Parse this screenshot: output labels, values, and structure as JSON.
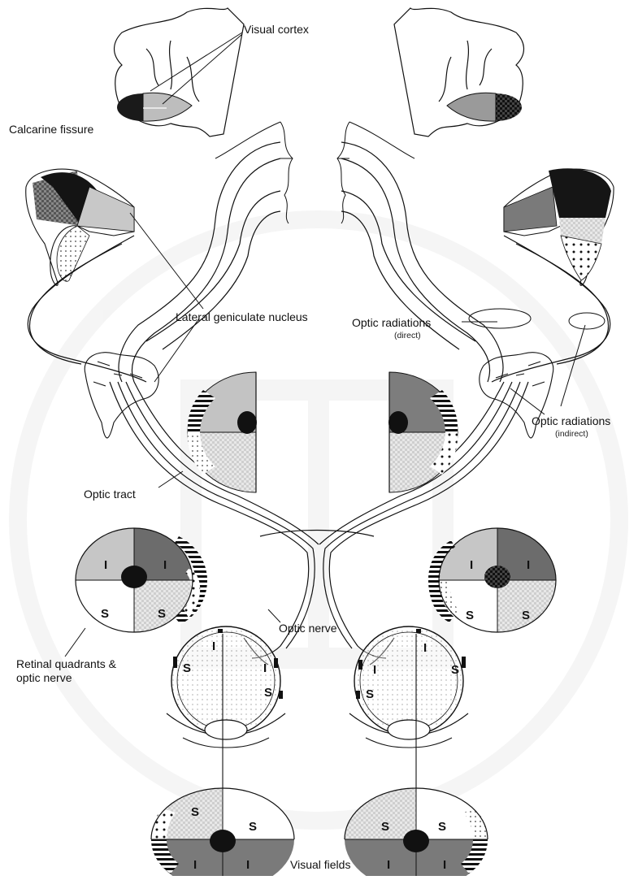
{
  "labels": {
    "visual_cortex": "Visual cortex",
    "calcarine_fissure": "Calcarine fissure",
    "lateral_geniculate_nucleus": "Lateral geniculate nucleus",
    "optic_radiations_direct": "Optic radiations",
    "direct": "(direct)",
    "optic_radiations_indirect": "Optic radiations",
    "indirect": "(indirect)",
    "optic_tract": "Optic tract",
    "optic_nerve": "Optic nerve",
    "retinal_quadrants_line1": "Retinal quadrants &",
    "retinal_quadrants_line2": "optic nerve",
    "visual_fields": "Visual fields"
  },
  "quadrant_letters": {
    "inferior": "I",
    "superior": "S"
  },
  "colors": {
    "ink": "#111111",
    "dark": "#1c1c1c",
    "mid": "#6f6f6f",
    "light": "#c9c9c9",
    "paper": "#ffffff"
  }
}
